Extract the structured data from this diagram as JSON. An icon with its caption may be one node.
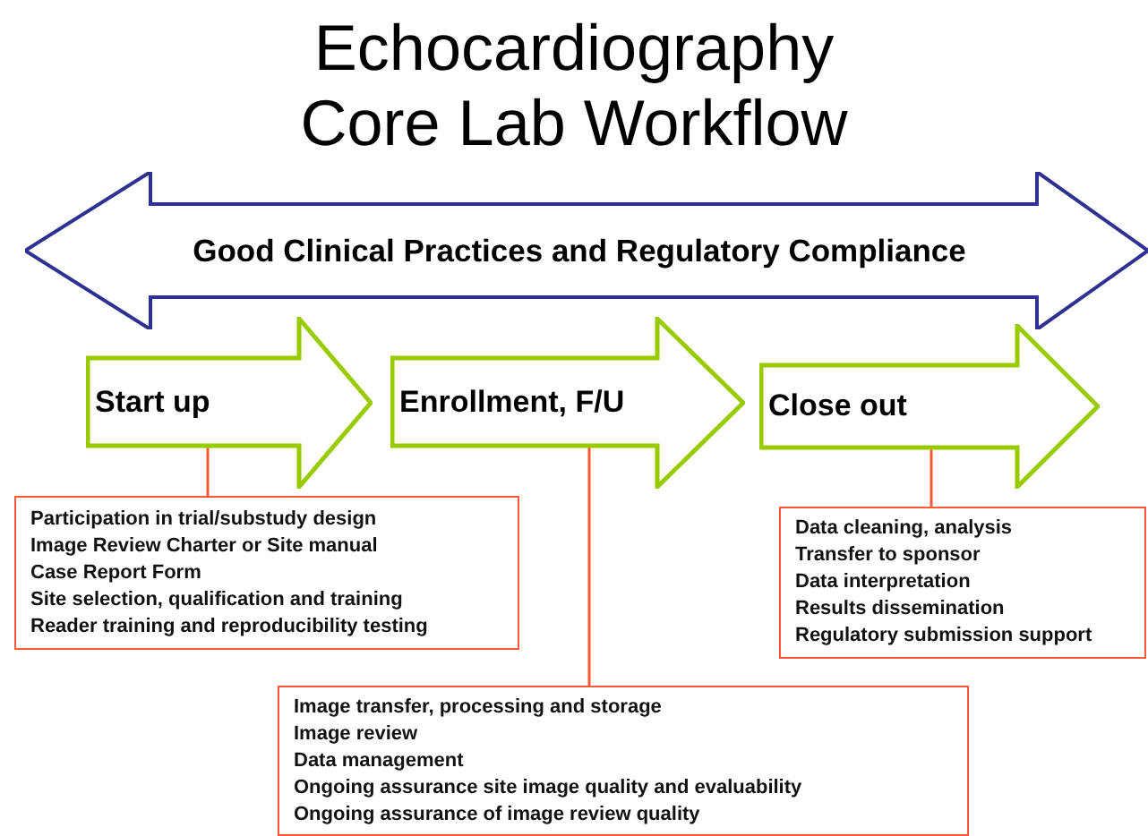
{
  "diagram": {
    "title": "Echocardiography Core Lab Workflow",
    "nodes": [
      {
        "text": [
          "Good Clinical Practices and Regulatory Compliance"
        ]
      },
      {
        "text": [
          "Start up"
        ]
      },
      {
        "text": [
          "Enrollment, F/U"
        ]
      },
      {
        "text": [
          "Close out"
        ]
      },
      {
        "text": [
          "Participation in trial/substudy design",
          "Image Review Charter or Site manual",
          "Case Report Form",
          "Site selection, qualification and training",
          "Reader training and reproducibility testing"
        ]
      },
      {
        "text": [
          "Image transfer, processing and storage",
          "Image review",
          "Data management",
          "Ongoing assurance site image quality and evaluability",
          "Ongoing assurance of image review quality"
        ]
      },
      {
        "text": [
          "Data cleaning, analysis",
          "Transfer to sponsor",
          "Data interpretation",
          "Results dissemination",
          "Regulatory submission support"
        ]
      }
    ],
    "edges": [
      {
        "from": 1,
        "to": 4,
        "arrow": "none"
      },
      {
        "from": 2,
        "to": 5,
        "arrow": "none"
      },
      {
        "from": 3,
        "to": 6,
        "arrow": "none"
      }
    ]
  }
}
